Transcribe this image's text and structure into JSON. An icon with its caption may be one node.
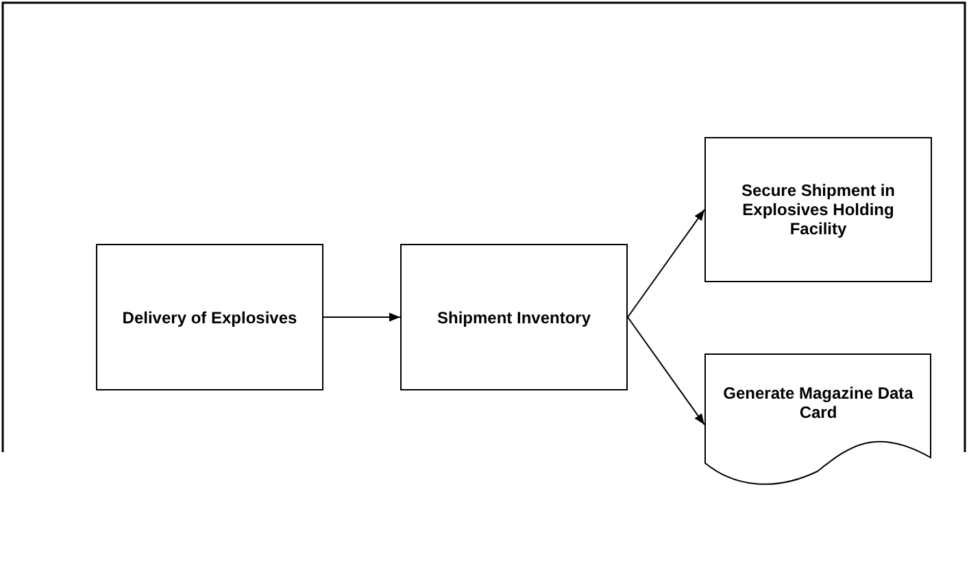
{
  "diagram": {
    "nodes": [
      {
        "text": [
          "Delivery of Explosives"
        ]
      },
      {
        "text": [
          "Shipment Inventory"
        ]
      },
      {
        "text": [
          "Secure Shipment in Explosives Holding Facility"
        ]
      },
      {
        "text": [
          "Generate Magazine Data Card"
        ]
      }
    ],
    "edges": [
      {
        "from": 0,
        "to": 1,
        "arrow": "to"
      },
      {
        "from": 1,
        "to": 2,
        "arrow": "to"
      },
      {
        "from": 1,
        "to": 3,
        "arrow": "to"
      }
    ]
  }
}
